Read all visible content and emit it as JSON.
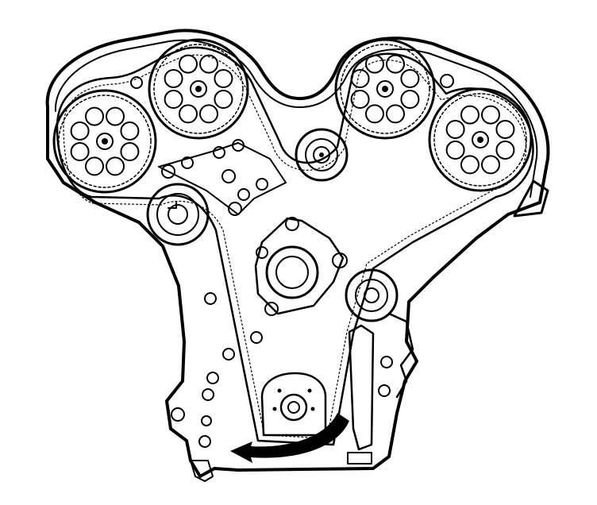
{
  "diagram": {
    "colors": {
      "ink": "#000000",
      "paper": "#ffffff"
    },
    "components": [
      "timing-cover",
      "timing-belt",
      "left-outer-camshaft-sprocket",
      "left-inner-camshaft-sprocket",
      "right-inner-camshaft-sprocket",
      "right-outer-camshaft-sprocket",
      "belt-idler-pulley-top",
      "belt-tensioner-pulley-left",
      "water-pump",
      "belt-idler-pulley-right",
      "crankshaft-sprocket",
      "rotation-direction-arrow"
    ]
  }
}
